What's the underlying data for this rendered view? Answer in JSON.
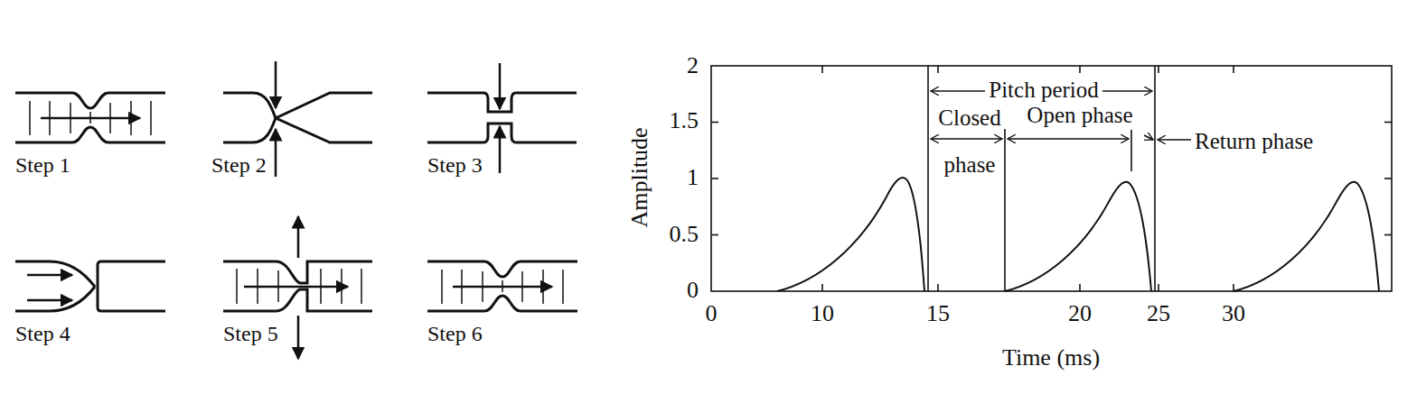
{
  "diagram": {
    "labels": [
      "Step 1",
      "Step 2",
      "Step 3",
      "Step 4",
      "Step 5",
      "Step 6",
      "2",
      "1.5",
      "1",
      "0.5",
      "0",
      "0",
      "10",
      "15",
      "20",
      "25",
      "30",
      "Amplitude",
      "Time (ms)",
      "Pitch period",
      "Closed phase",
      "Open phase",
      "Return phase"
    ]
  }
}
